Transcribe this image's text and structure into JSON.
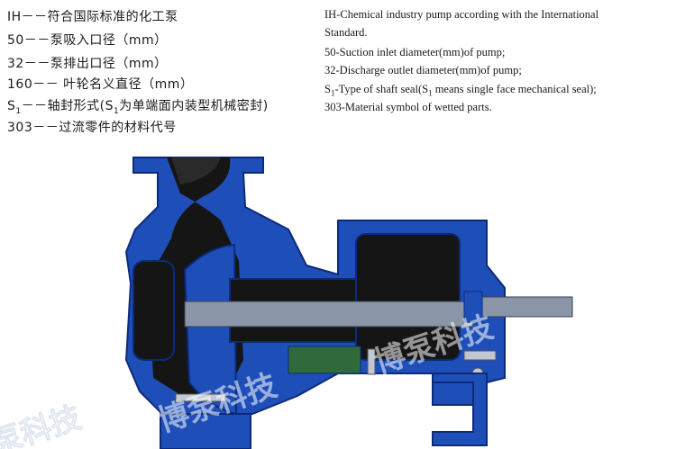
{
  "legend_zh": {
    "line1": "IH－－符合国际标准的化工泵",
    "line2": "50－－泵吸入口径（mm）",
    "line3": "32－－泵排出口径（mm）",
    "line4": "160－－ 叶轮名义直径（mm）",
    "line5_prefix": "S",
    "line5_sub": "1",
    "line5_mid": "－－轴封形式(S",
    "line5_sub2": "1",
    "line5_suffix": "为单端面内装型机械密封)",
    "line6": "303－－过流零件的材料代号"
  },
  "legend_en": {
    "line1a": "IH-Chemical industry pump according with the International",
    "line1b": "Standard.",
    "line2": "50-Suction inlet diameter(mm)of pump;",
    "line3": "32-Discharge outlet diameter(mm)of pump;",
    "line4_prefix": "S",
    "line4_sub": "1",
    "line4_mid": "-Type of shaft seal(S",
    "line4_sub2": "1",
    "line4_suffix": " means single face mechanical seal);",
    "line5": "303-Material symbol of wetted parts."
  },
  "watermark": {
    "text1": "博泵科技",
    "text2": "博泵科技",
    "text3": "博泵",
    "text4": "泵科技"
  },
  "colors": {
    "casing_blue": "#1e4fb8",
    "casing_dark": "#0d2a7a",
    "interior_black": "#151515",
    "shaft_steel": "#8a95a8",
    "watermark": "#ffffff"
  }
}
